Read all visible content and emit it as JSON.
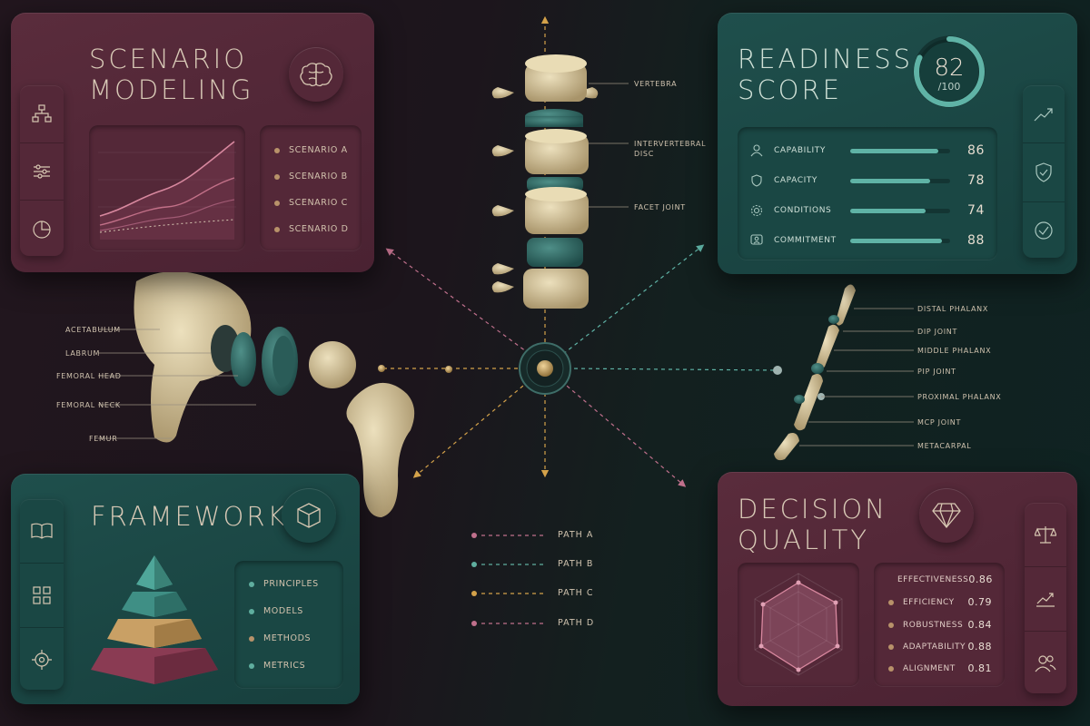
{
  "scenario": {
    "title": "SCENARIO\nMODELING",
    "items": [
      "SCENARIO A",
      "SCENARIO B",
      "SCENARIO C",
      "SCENARIO D"
    ],
    "side_icons": [
      "org-chart-icon",
      "sliders-icon",
      "pie-chart-icon"
    ],
    "badge_icon": "brain-icon"
  },
  "readiness": {
    "title": "READINESS\nSCORE",
    "score": "82",
    "score_total": "/100",
    "score_value": 0.82,
    "metrics": [
      {
        "label": "CAPABILITY",
        "value": "86",
        "icon": "person-icon"
      },
      {
        "label": "CAPACITY",
        "value": "78",
        "icon": "shield-star-icon"
      },
      {
        "label": "CONDITIONS",
        "value": "74",
        "icon": "gear-icon"
      },
      {
        "label": "COMMITMENT",
        "value": "88",
        "icon": "chat-person-icon"
      }
    ],
    "side_icons": [
      "trend-up-icon",
      "shield-check-icon",
      "check-circle-icon"
    ]
  },
  "framework": {
    "title": "FRAMEWORK",
    "items": [
      "PRINCIPLES",
      "MODELS",
      "METHODS",
      "METRICS"
    ],
    "side_icons": [
      "book-icon",
      "grid-icon",
      "target-icon"
    ],
    "badge_icon": "cube-icon"
  },
  "decision": {
    "title": "DECISION\nQUALITY",
    "metrics": [
      {
        "label": "EFFECTIVENESS",
        "value": "0.86"
      },
      {
        "label": "EFFICIENCY",
        "value": "0.79"
      },
      {
        "label": "ROBUSTNESS",
        "value": "0.84"
      },
      {
        "label": "ADAPTABILITY",
        "value": "0.88"
      },
      {
        "label": "ALIGNMENT",
        "value": "0.81"
      }
    ],
    "side_icons": [
      "scales-icon",
      "trend-up-icon",
      "people-icon"
    ],
    "badge_icon": "diamond-icon"
  },
  "spine_labels": [
    "VERTEBRA",
    "INTERVERTEBRAL\nDISC",
    "FACET JOINT"
  ],
  "hip_labels": [
    "ACETABULUM",
    "LABRUM",
    "FEMORAL HEAD",
    "FEMORAL NECK",
    "FEMUR"
  ],
  "finger_labels": [
    "DISTAL PHALANX",
    "DIP JOINT",
    "MIDDLE PHALANX",
    "PIP JOINT",
    "PROXIMAL PHALANX",
    "MCP JOINT",
    "METACARPAL"
  ],
  "paths": [
    {
      "label": "PATH A",
      "color": "#c0708c"
    },
    {
      "label": "PATH B",
      "color": "#5fae9f"
    },
    {
      "label": "PATH C",
      "color": "#d4a24a"
    },
    {
      "label": "PATH D",
      "color": "#c0708c"
    }
  ],
  "colors": {
    "bone": "#d6c7a0",
    "disc": "#2f6e6a",
    "teal_accent": "#5fb3a6",
    "gold": "#d4a24a",
    "rose": "#c0708c"
  }
}
